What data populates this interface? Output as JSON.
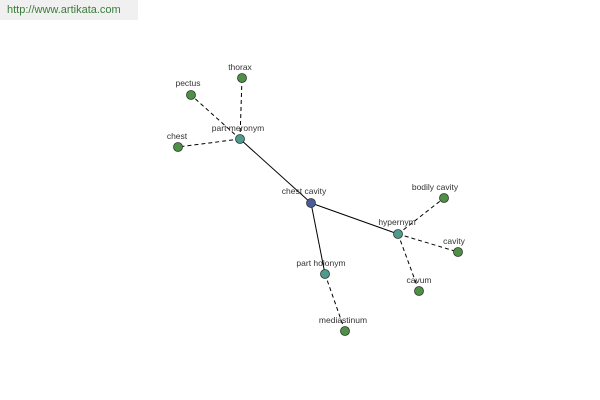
{
  "banner": {
    "url_text": "http://www.artikata.com"
  },
  "colors": {
    "center_node": "#4b5a9c",
    "relation_node": "#4f9a8e",
    "leaf_node": "#4f8f47",
    "node_stroke": "#2a3a2a",
    "edge": "#000000",
    "banner_bg": "#f0f0f0",
    "banner_text": "#3a7d3a"
  },
  "graph": {
    "nodes": [
      {
        "id": "chest-cavity",
        "label": "chest cavity",
        "kind": "center"
      },
      {
        "id": "part-meronym",
        "label": "part meronym",
        "kind": "relation"
      },
      {
        "id": "hypernym",
        "label": "hypernym",
        "kind": "relation"
      },
      {
        "id": "part-holonym",
        "label": "part holonym",
        "kind": "relation"
      },
      {
        "id": "thorax",
        "label": "thorax",
        "kind": "leaf"
      },
      {
        "id": "pectus",
        "label": "pectus",
        "kind": "leaf"
      },
      {
        "id": "chest",
        "label": "chest",
        "kind": "leaf"
      },
      {
        "id": "bodily-cavity",
        "label": "bodily cavity",
        "kind": "leaf"
      },
      {
        "id": "cavity",
        "label": "cavity",
        "kind": "leaf"
      },
      {
        "id": "cavum",
        "label": "cavum",
        "kind": "leaf"
      },
      {
        "id": "mediastinum",
        "label": "mediastinum",
        "kind": "leaf"
      }
    ],
    "edges": [
      {
        "from": "chest-cavity",
        "to": "part-meronym",
        "style": "solid"
      },
      {
        "from": "chest-cavity",
        "to": "hypernym",
        "style": "solid"
      },
      {
        "from": "chest-cavity",
        "to": "part-holonym",
        "style": "solid"
      },
      {
        "from": "part-meronym",
        "to": "thorax",
        "style": "dashed"
      },
      {
        "from": "part-meronym",
        "to": "pectus",
        "style": "dashed"
      },
      {
        "from": "part-meronym",
        "to": "chest",
        "style": "dashed"
      },
      {
        "from": "hypernym",
        "to": "bodily-cavity",
        "style": "dashed"
      },
      {
        "from": "hypernym",
        "to": "cavity",
        "style": "dashed"
      },
      {
        "from": "hypernym",
        "to": "cavum",
        "style": "dashed"
      },
      {
        "from": "part-holonym",
        "to": "mediastinum",
        "style": "dashed"
      }
    ]
  }
}
